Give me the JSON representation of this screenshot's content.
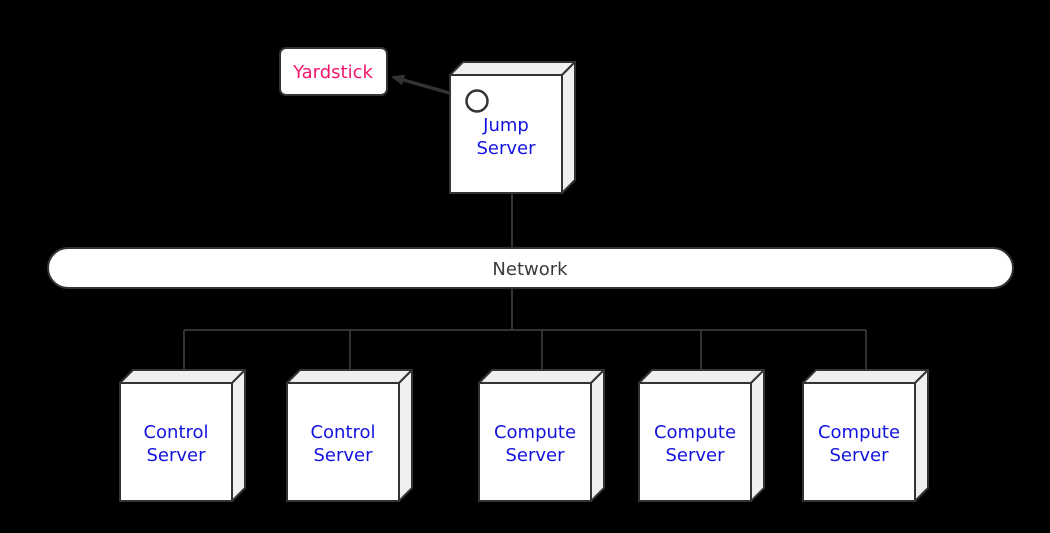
{
  "colors": {
    "background": "#000000",
    "stroke": "#333333",
    "box_fill": "#ffffff",
    "box_side_fill": "#efefef",
    "server_label": "#1313e0",
    "yardstick_label": "#f3156f",
    "network_label": "#3a3a3a"
  },
  "nodes": {
    "yardstick": {
      "label": "Yardstick"
    },
    "jump_server": {
      "label": "Jump Server",
      "line1": "Jump",
      "line2": "Server"
    },
    "network": {
      "label": "Network"
    },
    "servers": [
      {
        "label": "Control Server",
        "line1": "Control",
        "line2": "Server"
      },
      {
        "label": "Control Server",
        "line1": "Control",
        "line2": "Server"
      },
      {
        "label": "Compute Server",
        "line1": "Compute",
        "line2": "Server"
      },
      {
        "label": "Compute Server",
        "line1": "Compute",
        "line2": "Server"
      },
      {
        "label": "Compute Server",
        "line1": "Compute",
        "line2": "Server"
      }
    ]
  }
}
